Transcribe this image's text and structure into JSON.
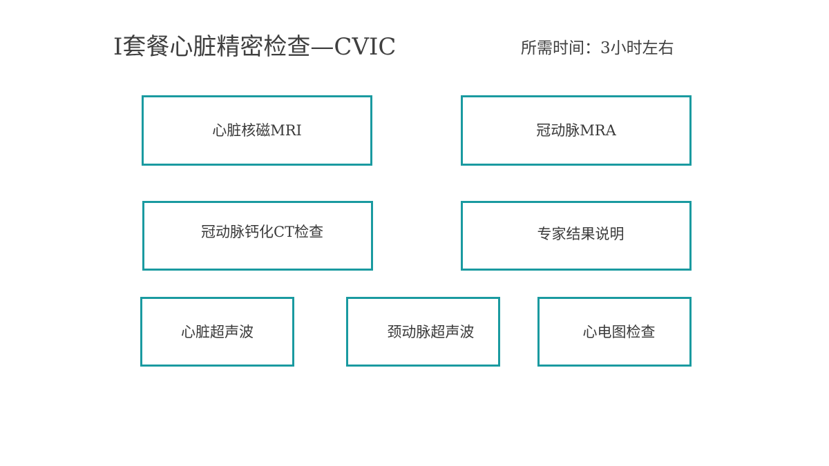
{
  "header": {
    "title": "I套餐心脏精密检查—CVIC",
    "duration": "所需时间：3小时左右"
  },
  "items": [
    {
      "label": "心脏核磁MRI"
    },
    {
      "label": "冠动脉MRA"
    },
    {
      "label": "冠动脉钙化CT检查"
    },
    {
      "label": "专家结果说明"
    },
    {
      "label": "心脏超声波"
    },
    {
      "label": "颈动脉超声波"
    },
    {
      "label": "心电图检查"
    }
  ],
  "colors": {
    "box_border": "#1a9aa0",
    "text": "#3f3f3f",
    "background": "#ffffff"
  }
}
